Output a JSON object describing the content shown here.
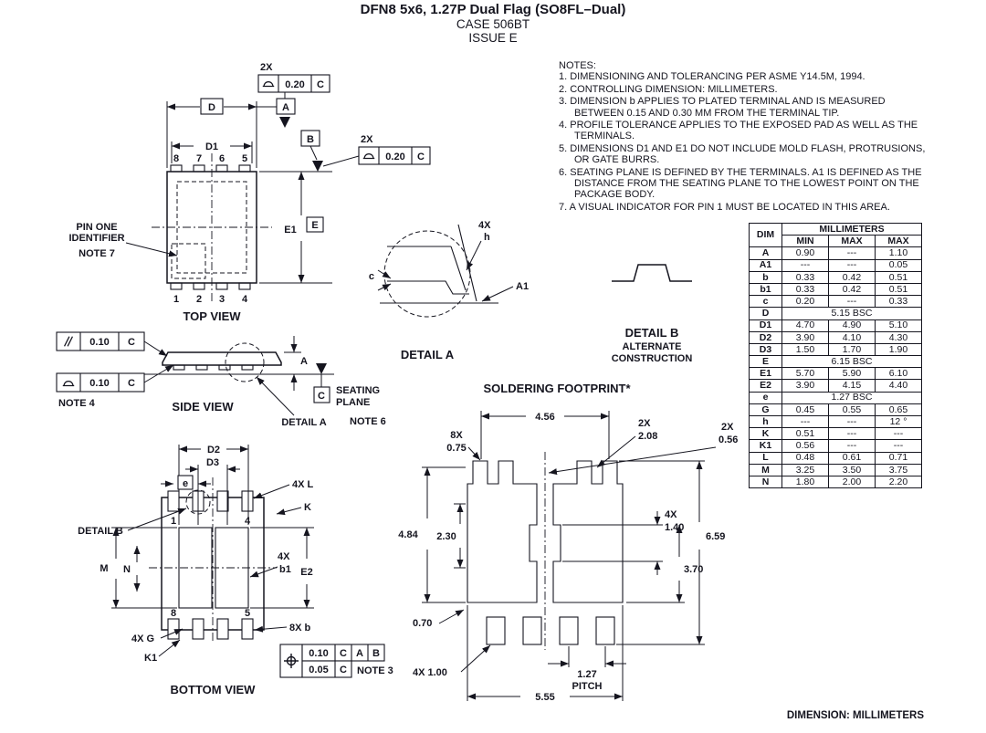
{
  "title": {
    "product": "DFN8 5x6, 1.27P Dual Flag (SO8FL–Dual)",
    "case": "CASE 506BT",
    "issue": "ISSUE E"
  },
  "notes": {
    "heading": "NOTES:",
    "items": [
      "1. DIMENSIONING AND TOLERANCING PER ASME Y14.5M, 1994.",
      "2. CONTROLLING DIMENSION: MILLIMETERS.",
      "3. DIMENSION b APPLIES TO PLATED TERMINAL AND IS MEASURED BETWEEN 0.15 AND 0.30 MM FROM THE TERMINAL TIP.",
      "4. PROFILE TOLERANCE APPLIES TO THE EXPOSED PAD AS WELL AS THE TERMINALS.",
      "5. DIMENSIONS D1 AND E1 DO NOT INCLUDE MOLD FLASH, PROTRUSIONS, OR GATE BURRS.",
      "6. SEATING PLANE IS DEFINED BY THE TERMINALS. A1 IS DEFINED AS THE DISTANCE FROM THE SEATING PLANE TO THE LOWEST POINT ON THE PACKAGE BODY.",
      "7. A VISUAL INDICATOR FOR PIN 1 MUST BE LOCATED IN THIS AREA."
    ]
  },
  "dim_table": {
    "group_header": "MILLIMETERS",
    "col_headers": [
      "DIM",
      "MIN",
      "MAX",
      "MAX"
    ],
    "rows": [
      {
        "dim": "A",
        "min": "0.90",
        "nom": "---",
        "max": "1.10"
      },
      {
        "dim": "A1",
        "min": "---",
        "nom": "---",
        "max": "0.05"
      },
      {
        "dim": "b",
        "min": "0.33",
        "nom": "0.42",
        "max": "0.51"
      },
      {
        "dim": "b1",
        "min": "0.33",
        "nom": "0.42",
        "max": "0.51"
      },
      {
        "dim": "c",
        "min": "0.20",
        "nom": "---",
        "max": "0.33"
      },
      {
        "dim": "D",
        "span": "5.15 BSC"
      },
      {
        "dim": "D1",
        "min": "4.70",
        "nom": "4.90",
        "max": "5.10"
      },
      {
        "dim": "D2",
        "min": "3.90",
        "nom": "4.10",
        "max": "4.30"
      },
      {
        "dim": "D3",
        "min": "1.50",
        "nom": "1.70",
        "max": "1.90"
      },
      {
        "dim": "E",
        "span": "6.15 BSC"
      },
      {
        "dim": "E1",
        "min": "5.70",
        "nom": "5.90",
        "max": "6.10"
      },
      {
        "dim": "E2",
        "min": "3.90",
        "nom": "4.15",
        "max": "4.40"
      },
      {
        "dim": "e",
        "span": "1.27 BSC"
      },
      {
        "dim": "G",
        "min": "0.45",
        "nom": "0.55",
        "max": "0.65"
      },
      {
        "dim": "h",
        "min": "---",
        "nom": "---",
        "max": "12 °"
      },
      {
        "dim": "K",
        "min": "0.51",
        "nom": "---",
        "max": "---"
      },
      {
        "dim": "K1",
        "min": "0.56",
        "nom": "---",
        "max": "---"
      },
      {
        "dim": "L",
        "min": "0.48",
        "nom": "0.61",
        "max": "0.71"
      },
      {
        "dim": "M",
        "min": "3.25",
        "nom": "3.50",
        "max": "3.75"
      },
      {
        "dim": "N",
        "min": "1.80",
        "nom": "2.00",
        "max": "2.20"
      }
    ]
  },
  "symbols": {
    "profile_of_surface": "⌓",
    "parallelism": "⫽",
    "true_position": "⌖",
    "datum_triangle": "filled-triangle"
  },
  "top_view": {
    "label": "TOP VIEW",
    "pins_top": [
      "8",
      "7",
      "6",
      "5"
    ],
    "pins_bottom": [
      "1",
      "2",
      "3",
      "4"
    ],
    "dims": {
      "d": "D",
      "d1": "D1",
      "e1": "E1"
    },
    "datums": {
      "a": "A",
      "b": "B",
      "e": "E"
    },
    "fcf_top": {
      "qty": "2X",
      "tol": "0.20",
      "datum": "C"
    },
    "fcf_right": {
      "qty": "2X",
      "tol": "0.20",
      "datum": "C"
    },
    "pin_one": {
      "line1": "PIN ONE",
      "line2": "IDENTIFIER",
      "note": "NOTE 7"
    }
  },
  "side_view": {
    "label": "SIDE VIEW",
    "fcf1": {
      "tol": "0.10",
      "datum": "C"
    },
    "fcf2": {
      "tol": "0.10",
      "datum": "C"
    },
    "note4": "NOTE 4",
    "dim_a": "A",
    "detail_a_ref": "DETAIL A",
    "seating": {
      "datum": "C",
      "line1": "SEATING",
      "line2": "PLANE",
      "note": "NOTE 6"
    }
  },
  "detail_a": {
    "label": "DETAIL A",
    "dim_c": "c",
    "dim_a1": "A1",
    "qty": "4X",
    "dim_h": "h"
  },
  "detail_b": {
    "label": "DETAIL B",
    "alt1": "ALTERNATE",
    "alt2": "CONSTRUCTION"
  },
  "bottom_view": {
    "label": "BOTTOM VIEW",
    "dims": {
      "d2": "D2",
      "d3": "D3",
      "e": "e",
      "l": "4X L",
      "k": "K",
      "m": "M",
      "n": "N",
      "b1_qty": "4X",
      "b1": "b1",
      "e2": "E2",
      "b": "8X b",
      "g": "4X G",
      "k1": "K1"
    },
    "detail_b_ref": "DETAIL B",
    "pins": {
      "p1": "1",
      "p4": "4",
      "p8": "8",
      "p5": "5"
    },
    "fcf": {
      "tol1": "0.10",
      "d1": "C",
      "d2": "A",
      "d3": "B",
      "tol2": "0.05",
      "d4": "C",
      "note": "NOTE 3"
    }
  },
  "footprint": {
    "title": "SOLDERING FOOTPRINT*",
    "dims": {
      "w_top": "4.56",
      "pad_w_qty": "8X",
      "pad_w": "0.75",
      "slot_qty": "2X",
      "slot": "2.08",
      "gap_qty": "2X",
      "gap": "0.56",
      "h_left": "4.84",
      "h_inner": "2.30",
      "notch_qty": "4X",
      "notch": "1.40",
      "h_right": "6.59",
      "h_lower": "3.70",
      "gap_bottom": "0.70",
      "small_pad": "4X 1.00",
      "pitch_val": "1.27",
      "pitch_word": "PITCH",
      "w_bottom": "5.55"
    },
    "footnote": "DIMENSION: MILLIMETERS"
  }
}
